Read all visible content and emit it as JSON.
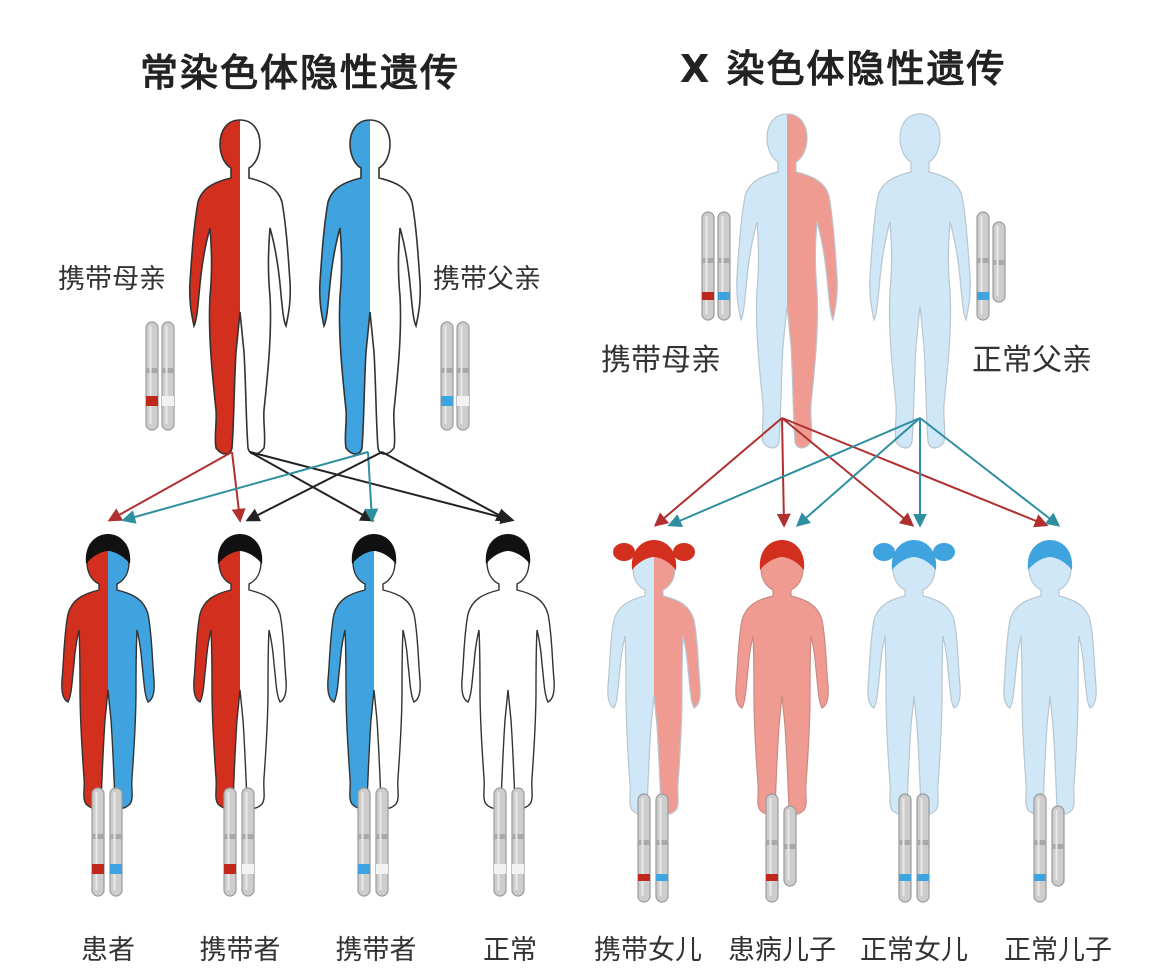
{
  "titles": {
    "autosomal": "常染色体隐性遗传",
    "xlinked": "X 染色体隐性遗传"
  },
  "autosomal": {
    "mother_label": "携带母亲",
    "father_label": "携带父亲",
    "children": [
      {
        "label": "患者"
      },
      {
        "label": "携带者"
      },
      {
        "label": "携带者"
      },
      {
        "label": "正常"
      }
    ]
  },
  "xlinked": {
    "mother_label": "携带母亲",
    "father_label": "正常父亲",
    "children": [
      {
        "label": "携带女儿"
      },
      {
        "label": "患病儿子"
      },
      {
        "label": "正常女儿"
      },
      {
        "label": "正常儿子"
      }
    ]
  },
  "colors": {
    "affected_red": "#d32f1f",
    "carrier_blue": "#3fa3e0",
    "xl_pink": "#ef9b91",
    "xl_lightblue": "#cfe7f6",
    "hair_black": "#111111",
    "chromosome": "#c8c8c8",
    "arrow_dark": "#222222",
    "arrow_red": "#b03030",
    "arrow_teal": "#2e8fa0"
  }
}
